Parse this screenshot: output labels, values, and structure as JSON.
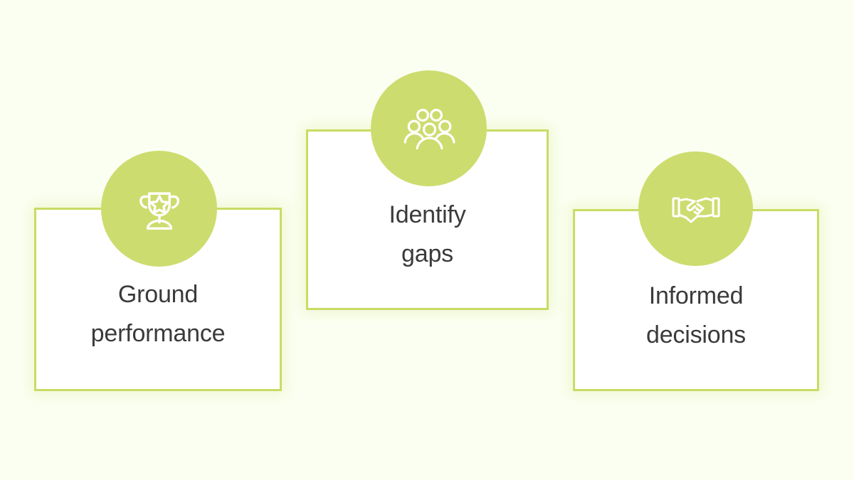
{
  "page": {
    "background_color": "#fbfff2",
    "accent_color": "#c9dc63",
    "badge_color": "#cddc6e",
    "text_color": "#3a3a3a",
    "card_fill_color": "#ffffff"
  },
  "cards": [
    {
      "id": "ground-performance",
      "label": "Ground\nperformance",
      "icon": "trophy-icon"
    },
    {
      "id": "identify-gaps",
      "label": "Identify\ngaps",
      "icon": "people-group-icon"
    },
    {
      "id": "informed-decisions",
      "label": "Informed\ndecisions",
      "icon": "handshake-icon"
    }
  ]
}
